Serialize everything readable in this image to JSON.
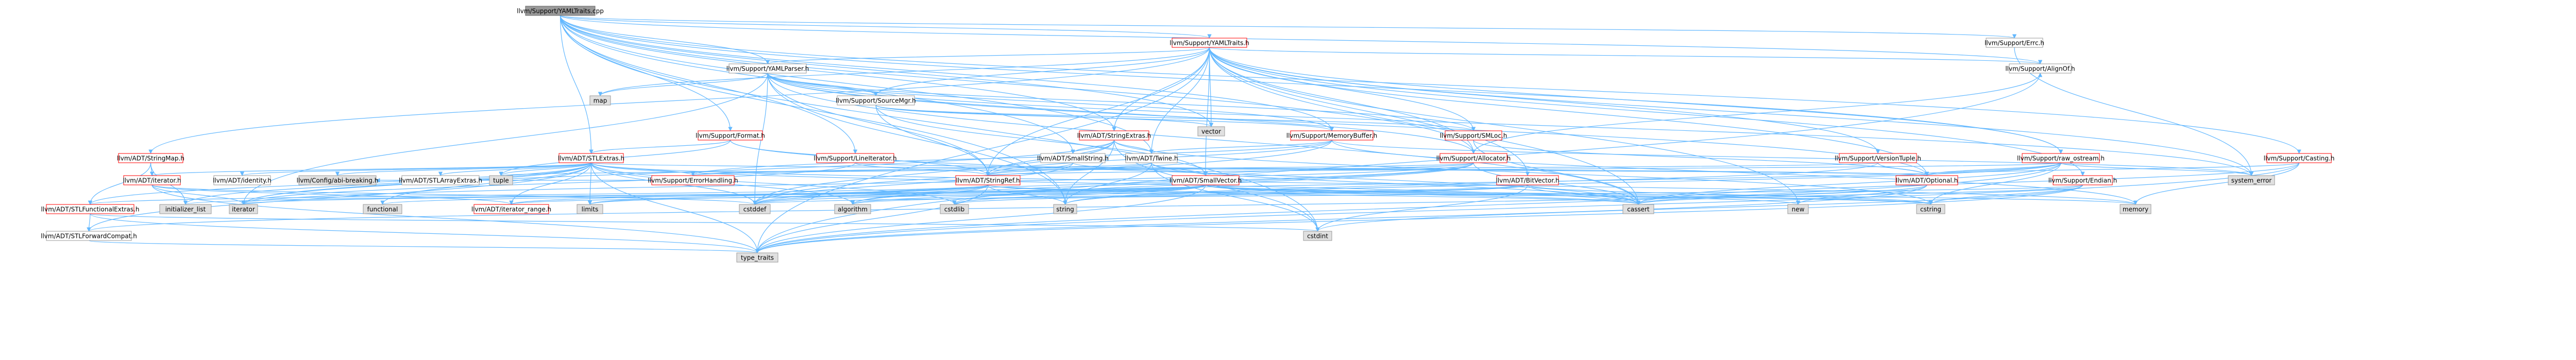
{
  "colors": {
    "edge": "#63b8ff",
    "root_fill": "#999999",
    "node_fill": "#ffffff",
    "system_fill": "#e0e0e0",
    "red_border": "#ff0000",
    "gray_border": "#999999",
    "text": "#000000"
  },
  "nodes": [
    {
      "id": "root",
      "label": "llvm/Support/YAMLTraits.cpp",
      "kind": "root"
    },
    {
      "id": "yamltraits_h",
      "label": "llvm/Support/YAMLTraits.h",
      "kind": "red"
    },
    {
      "id": "errc_h",
      "label": "llvm/Support/Errc.h",
      "kind": "plain"
    },
    {
      "id": "yamlparser_h",
      "label": "llvm/Support/YAMLParser.h",
      "kind": "plain"
    },
    {
      "id": "alignof_h",
      "label": "llvm/Support/AlignOf.h",
      "kind": "plain"
    },
    {
      "id": "map",
      "label": "map",
      "kind": "system"
    },
    {
      "id": "sourcemgr_h",
      "label": "llvm/Support/SourceMgr.h",
      "kind": "plain"
    },
    {
      "id": "vector",
      "label": "vector",
      "kind": "system"
    },
    {
      "id": "stringmap_h",
      "label": "llvm/ADT/StringMap.h",
      "kind": "red"
    },
    {
      "id": "format_h",
      "label": "llvm/Support/Format.h",
      "kind": "red"
    },
    {
      "id": "stringextras_h",
      "label": "llvm/ADT/StringExtras.h",
      "kind": "red"
    },
    {
      "id": "memorybuffer_h",
      "label": "llvm/Support/MemoryBuffer.h",
      "kind": "red"
    },
    {
      "id": "smloc_h",
      "label": "llvm/Support/SMLoc.h",
      "kind": "red"
    },
    {
      "id": "stlextras_h",
      "label": "llvm/ADT/STLExtras.h",
      "kind": "red"
    },
    {
      "id": "lineiterator_h",
      "label": "llvm/Support/LineIterator.h",
      "kind": "red"
    },
    {
      "id": "smallstring_h",
      "label": "llvm/ADT/SmallString.h",
      "kind": "plain"
    },
    {
      "id": "twine_h",
      "label": "llvm/ADT/Twine.h",
      "kind": "plain"
    },
    {
      "id": "allocator_h",
      "label": "llvm/Support/Allocator.h",
      "kind": "red"
    },
    {
      "id": "versiontuple_h",
      "label": "llvm/Support/VersionTuple.h",
      "kind": "red"
    },
    {
      "id": "raw_ostream_h",
      "label": "llvm/Support/raw_ostream.h",
      "kind": "red"
    },
    {
      "id": "casting_h",
      "label": "llvm/Support/Casting.h",
      "kind": "red"
    },
    {
      "id": "iterator_h",
      "label": "llvm/ADT/iterator.h",
      "kind": "red"
    },
    {
      "id": "identity_h",
      "label": "llvm/ADT/identity.h",
      "kind": "plain"
    },
    {
      "id": "abibreaking_h",
      "label": "llvm/Config/abi-breaking.h",
      "kind": "system"
    },
    {
      "id": "stlarrayextras_h",
      "label": "llvm/ADT/STLArrayExtras.h",
      "kind": "plain"
    },
    {
      "id": "tuple",
      "label": "tuple",
      "kind": "system"
    },
    {
      "id": "errorhandling_h",
      "label": "llvm/Support/ErrorHandling.h",
      "kind": "red"
    },
    {
      "id": "stringref_h",
      "label": "llvm/ADT/StringRef.h",
      "kind": "red"
    },
    {
      "id": "smallvector_h",
      "label": "llvm/ADT/SmallVector.h",
      "kind": "red"
    },
    {
      "id": "bitvector_h",
      "label": "llvm/ADT/BitVector.h",
      "kind": "red"
    },
    {
      "id": "optional_h",
      "label": "llvm/ADT/Optional.h",
      "kind": "red"
    },
    {
      "id": "endian_h",
      "label": "llvm/Support/Endian.h",
      "kind": "red"
    },
    {
      "id": "system_error",
      "label": "system_error",
      "kind": "system"
    },
    {
      "id": "stlfunctionalextras_h",
      "label": "llvm/ADT/STLFunctionalExtras.h",
      "kind": "red"
    },
    {
      "id": "initializer_list",
      "label": "initializer_list",
      "kind": "system"
    },
    {
      "id": "iterator",
      "label": "iterator",
      "kind": "system"
    },
    {
      "id": "functional",
      "label": "functional",
      "kind": "system"
    },
    {
      "id": "iterator_range_h",
      "label": "llvm/ADT/iterator_range.h",
      "kind": "red"
    },
    {
      "id": "limits",
      "label": "limits",
      "kind": "system"
    },
    {
      "id": "cstddef",
      "label": "cstddef",
      "kind": "system"
    },
    {
      "id": "algorithm",
      "label": "algorithm",
      "kind": "system"
    },
    {
      "id": "cstdlib",
      "label": "cstdlib",
      "kind": "system"
    },
    {
      "id": "string",
      "label": "string",
      "kind": "system"
    },
    {
      "id": "cassert",
      "label": "cassert",
      "kind": "system"
    },
    {
      "id": "new",
      "label": "new",
      "kind": "system"
    },
    {
      "id": "cstring",
      "label": "cstring",
      "kind": "system"
    },
    {
      "id": "memory",
      "label": "memory",
      "kind": "system"
    },
    {
      "id": "stlforwardcompat_h",
      "label": "llvm/ADT/STLForwardCompat.h",
      "kind": "plain"
    },
    {
      "id": "cstdint",
      "label": "cstdint",
      "kind": "system"
    },
    {
      "id": "type_traits",
      "label": "type_traits",
      "kind": "system"
    }
  ],
  "edges": [
    [
      "root",
      "yamltraits_h"
    ],
    [
      "root",
      "errc_h"
    ],
    [
      "root",
      "yamlparser_h"
    ],
    [
      "root",
      "alignof_h"
    ],
    [
      "root",
      "stringextras_h"
    ],
    [
      "root",
      "lineiterator_h"
    ],
    [
      "root",
      "format_h"
    ],
    [
      "root",
      "stlextras_h"
    ],
    [
      "root",
      "memorybuffer_h"
    ],
    [
      "root",
      "smallstring_h"
    ],
    [
      "root",
      "twine_h"
    ],
    [
      "root",
      "allocator_h"
    ],
    [
      "root",
      "cstdint"
    ],
    [
      "root",
      "string"
    ],
    [
      "root",
      "vector"
    ],
    [
      "root",
      "casting_h"
    ],
    [
      "root",
      "raw_ostream_h"
    ],
    [
      "yamltraits_h",
      "yamlparser_h"
    ],
    [
      "yamltraits_h",
      "alignof_h"
    ],
    [
      "yamltraits_h",
      "stringmap_h"
    ],
    [
      "yamltraits_h",
      "sourcemgr_h"
    ],
    [
      "yamltraits_h",
      "vector"
    ],
    [
      "yamltraits_h",
      "map"
    ],
    [
      "yamltraits_h",
      "smloc_h"
    ],
    [
      "yamltraits_h",
      "versiontuple_h"
    ],
    [
      "yamltraits_h",
      "endian_h"
    ],
    [
      "yamltraits_h",
      "raw_ostream_h"
    ],
    [
      "yamltraits_h",
      "allocator_h"
    ],
    [
      "yamltraits_h",
      "twine_h"
    ],
    [
      "yamltraits_h",
      "stringextras_h"
    ],
    [
      "yamltraits_h",
      "stringref_h"
    ],
    [
      "yamltraits_h",
      "bitvector_h"
    ],
    [
      "yamltraits_h",
      "optional_h"
    ],
    [
      "yamltraits_h",
      "smallvector_h"
    ],
    [
      "yamltraits_h",
      "cassert"
    ],
    [
      "yamltraits_h",
      "system_error"
    ],
    [
      "yamltraits_h",
      "new"
    ],
    [
      "yamltraits_h",
      "type_traits"
    ],
    [
      "errc_h",
      "system_error"
    ],
    [
      "alignof_h",
      "type_traits"
    ],
    [
      "yamlparser_h",
      "sourcemgr_h"
    ],
    [
      "yamlparser_h",
      "smloc_h"
    ],
    [
      "yamlparser_h",
      "map"
    ],
    [
      "yamlparser_h",
      "memorybuffer_h"
    ],
    [
      "yamlparser_h",
      "allocator_h"
    ],
    [
      "yamlparser_h",
      "stringref_h"
    ],
    [
      "yamlparser_h",
      "optional_h"
    ],
    [
      "yamlparser_h",
      "cstddef"
    ],
    [
      "yamlparser_h",
      "iterator"
    ],
    [
      "yamlparser_h",
      "string"
    ],
    [
      "yamlparser_h",
      "system_error"
    ],
    [
      "yamlparser_h",
      "cassert"
    ],
    [
      "sourcemgr_h",
      "smloc_h"
    ],
    [
      "sourcemgr_h",
      "vector"
    ],
    [
      "sourcemgr_h",
      "memorybuffer_h"
    ],
    [
      "sourcemgr_h",
      "smallvector_h"
    ],
    [
      "sourcemgr_h",
      "stringref_h"
    ],
    [
      "smloc_h",
      "optional_h"
    ],
    [
      "smloc_h",
      "cassert"
    ],
    [
      "stringmap_h",
      "stlfunctionalextras_h"
    ],
    [
      "stringmap_h",
      "iterator_h"
    ],
    [
      "stringmap_h",
      "initializer_list"
    ],
    [
      "format_h",
      "stlextras_h"
    ],
    [
      "format_h",
      "stringref_h"
    ],
    [
      "format_h",
      "cassert"
    ],
    [
      "format_h",
      "tuple"
    ],
    [
      "format_h",
      "utility"
    ],
    [
      "stringextras_h",
      "stringref_h"
    ],
    [
      "stringextras_h",
      "twine_h"
    ],
    [
      "stringextras_h",
      "smallstring_h"
    ],
    [
      "stringextras_h",
      "iterator"
    ],
    [
      "stringextras_h",
      "cstring"
    ],
    [
      "stringextras_h",
      "string"
    ],
    [
      "stringextras_h",
      "cstddef"
    ],
    [
      "stringextras_h",
      "cstdint"
    ],
    [
      "memorybuffer_h",
      "stringref_h"
    ],
    [
      "memorybuffer_h",
      "twine_h"
    ],
    [
      "memorybuffer_h",
      "errorhandling_h"
    ],
    [
      "memorybuffer_h",
      "cstddef"
    ],
    [
      "memorybuffer_h",
      "memory"
    ],
    [
      "memorybuffer_h",
      "system_error"
    ],
    [
      "stlextras_h",
      "iterator_h"
    ],
    [
      "stlextras_h",
      "identity_h"
    ],
    [
      "stlextras_h",
      "abibreaking_h"
    ],
    [
      "stlextras_h",
      "stlarrayextras_h"
    ],
    [
      "stlextras_h",
      "tuple"
    ],
    [
      "stlextras_h",
      "errorhandling_h"
    ],
    [
      "stlextras_h",
      "stlfunctionalextras_h"
    ],
    [
      "stlextras_h",
      "stlforwardcompat_h"
    ],
    [
      "stlextras_h",
      "iterator_range_h"
    ],
    [
      "stlextras_h",
      "initializer_list"
    ],
    [
      "stlextras_h",
      "iterator"
    ],
    [
      "stlextras_h",
      "functional"
    ],
    [
      "stlextras_h",
      "limits"
    ],
    [
      "stlextras_h",
      "cstddef"
    ],
    [
      "stlextras_h",
      "algorithm"
    ],
    [
      "stlextras_h",
      "cstdlib"
    ],
    [
      "stlextras_h",
      "cassert"
    ],
    [
      "stlextras_h",
      "memory"
    ],
    [
      "stlextras_h",
      "type_traits"
    ],
    [
      "stlextras_h",
      "optional_h"
    ],
    [
      "lineiterator_h",
      "stringref_h"
    ],
    [
      "lineiterator_h",
      "optional_h"
    ],
    [
      "lineiterator_h",
      "iterator"
    ],
    [
      "smallstring_h",
      "smallvector_h"
    ],
    [
      "smallstring_h",
      "stringref_h"
    ],
    [
      "smallstring_h",
      "cstddef"
    ],
    [
      "twine_h",
      "smallvector_h"
    ],
    [
      "twine_h",
      "stringref_h"
    ],
    [
      "twine_h",
      "errorhandling_h"
    ],
    [
      "twine_h",
      "cassert"
    ],
    [
      "twine_h",
      "cstdint"
    ],
    [
      "twine_h",
      "string"
    ],
    [
      "allocator_h",
      "smallvector_h"
    ],
    [
      "allocator_h",
      "alignof_h"
    ],
    [
      "allocator_h",
      "errorhandling_h"
    ],
    [
      "allocator_h",
      "algorithm"
    ],
    [
      "allocator_h",
      "cassert"
    ],
    [
      "allocator_h",
      "cstddef"
    ],
    [
      "allocator_h",
      "cstdlib"
    ],
    [
      "allocator_h",
      "iterator"
    ],
    [
      "allocator_h",
      "utility"
    ],
    [
      "versiontuple_h",
      "optional_h"
    ],
    [
      "versiontuple_h",
      "string"
    ],
    [
      "versiontuple_h",
      "tuple"
    ],
    [
      "raw_ostream_h",
      "stringref_h"
    ],
    [
      "raw_ostream_h",
      "optional_h"
    ],
    [
      "raw_ostream_h",
      "cassert"
    ],
    [
      "raw_ostream_h",
      "cstddef"
    ],
    [
      "raw_ostream_h",
      "cstring"
    ],
    [
      "raw_ostream_h",
      "string"
    ],
    [
      "raw_ostream_h",
      "system_error"
    ],
    [
      "raw_ostream_h",
      "type_traits"
    ],
    [
      "casting_h",
      "optional_h"
    ],
    [
      "casting_h",
      "cassert"
    ],
    [
      "casting_h",
      "memory"
    ],
    [
      "casting_h",
      "type_traits"
    ],
    [
      "iterator_h",
      "iterator_range_h"
    ],
    [
      "iterator_h",
      "cstddef"
    ],
    [
      "iterator_h",
      "iterator"
    ],
    [
      "iterator_h",
      "type_traits"
    ],
    [
      "stringref_h",
      "stlfunctionalextras_h"
    ],
    [
      "stringref_h",
      "iterator_range_h"
    ],
    [
      "stringref_h",
      "algorithm"
    ],
    [
      "stringref_h",
      "cassert"
    ],
    [
      "stringref_h",
      "cstddef"
    ],
    [
      "stringref_h",
      "cstring"
    ],
    [
      "stringref_h",
      "limits"
    ],
    [
      "stringref_h",
      "string"
    ],
    [
      "stringref_h",
      "type_traits"
    ],
    [
      "stringref_h",
      "utility"
    ],
    [
      "smallvector_h",
      "algorithm"
    ],
    [
      "smallvector_h",
      "cassert"
    ],
    [
      "smallvector_h",
      "cstddef"
    ],
    [
      "smallvector_h",
      "cstdlib"
    ],
    [
      "smallvector_h",
      "cstring"
    ],
    [
      "smallvector_h",
      "functional"
    ],
    [
      "smallvector_h",
      "initializer_list"
    ],
    [
      "smallvector_h",
      "iterator"
    ],
    [
      "smallvector_h",
      "limits"
    ],
    [
      "smallvector_h",
      "memory"
    ],
    [
      "smallvector_h",
      "new"
    ],
    [
      "smallvector_h",
      "type_traits"
    ],
    [
      "smallvector_h",
      "utility"
    ],
    [
      "bitvector_h",
      "iterator_range_h"
    ],
    [
      "bitvector_h",
      "algorithm"
    ],
    [
      "bitvector_h",
      "cassert"
    ],
    [
      "bitvector_h",
      "climits"
    ],
    [
      "bitvector_h",
      "cstdint"
    ],
    [
      "bitvector_h",
      "cstdlib"
    ],
    [
      "bitvector_h",
      "cstring"
    ],
    [
      "bitvector_h",
      "utility"
    ],
    [
      "optional_h",
      "cassert"
    ],
    [
      "optional_h",
      "new"
    ],
    [
      "optional_h",
      "utility"
    ],
    [
      "optional_h",
      "type_traits"
    ],
    [
      "optional_h",
      "stlforwardcompat_h"
    ],
    [
      "endian_h",
      "cassert"
    ],
    [
      "endian_h",
      "cstddef"
    ],
    [
      "endian_h",
      "cstdint"
    ],
    [
      "endian_h",
      "cstring"
    ],
    [
      "endian_h",
      "type_traits"
    ],
    [
      "stlfunctionalextras_h",
      "stlforwardcompat_h"
    ],
    [
      "stlfunctionalextras_h",
      "cstdint"
    ],
    [
      "stlfunctionalextras_h",
      "type_traits"
    ],
    [
      "stlfunctionalextras_h",
      "utility"
    ],
    [
      "iterator_range_h",
      "utility"
    ],
    [
      "stlforwardcompat_h",
      "type_traits"
    ],
    [
      "errorhandling_h",
      "abibreaking_h"
    ]
  ]
}
